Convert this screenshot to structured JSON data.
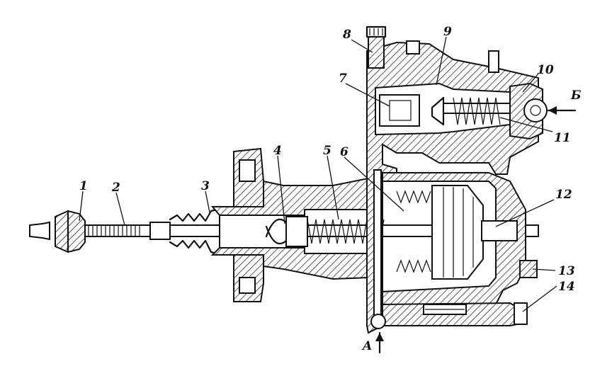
{
  "labels": {
    "l1": "1",
    "l2": "2",
    "l3": "3",
    "l4": "4",
    "l5": "5",
    "l6": "6",
    "l7": "7",
    "l8": "8",
    "l9": "9",
    "l10": "10",
    "l11": "11",
    "l12": "12",
    "l13": "13",
    "l14": "14",
    "portA": "A",
    "portB": "Б"
  }
}
